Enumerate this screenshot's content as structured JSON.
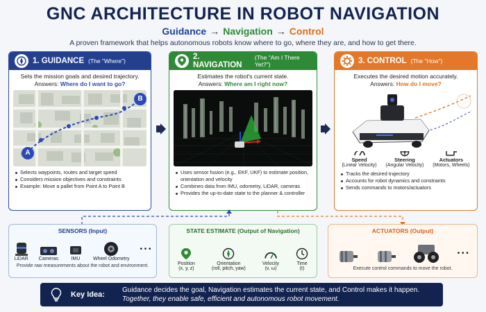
{
  "title": "GNC ARCHITECTURE IN ROBOT NAVIGATION",
  "flow": {
    "guidance": "Guidance",
    "navigation": "Navigation",
    "control": "Control",
    "arrow": "→"
  },
  "subtitle": "A proven framework that helps autonomous robots know where to go, where they are, and how to get there.",
  "guidance": {
    "heading": "1. GUIDANCE",
    "heading_sub": "(The \"Where\")",
    "desc": "Sets the mission goals and desired trajectory.",
    "answers_label": "Answers:",
    "answers_q": "Where do I want to go?",
    "point_a": "A",
    "point_b": "B",
    "bullets": [
      "Selects waypoints, routes and target speed",
      "Considers mission objectives and constraints",
      "Example: Move a pallet from Point A to Point B"
    ]
  },
  "navigation": {
    "heading": "2. NAVIGATION",
    "heading_sub": "(The \"Am I There Yet?\")",
    "desc": "Estimates the robot's current state.",
    "answers_label": "Answers:",
    "answers_q": "Where am I right now?",
    "bullets": [
      "Uses sensor fusion (e.g., EKF, UKF) to estimate position, orientation and velocity",
      "Combines data from IMU, odometry, LiDAR, cameras",
      "Provides the up-to-date state to the planner & controller"
    ]
  },
  "control": {
    "heading": "3. CONTROL",
    "heading_sub": "(The \"How\")",
    "desc": "Executes the desired motion accurately.",
    "answers_label": "Answers:",
    "answers_q": "How do I move?",
    "stats": [
      {
        "name": "Speed",
        "detail": "(Linear Velocity)",
        "icon": "speedometer-icon"
      },
      {
        "name": "Steering",
        "detail": "(Angular Velocity)",
        "icon": "steering-wheel-icon"
      },
      {
        "name": "Actuators",
        "detail": "(Motors, Wheels)",
        "icon": "motor-icon"
      }
    ],
    "bullets": [
      "Tracks the desired trajectory",
      "Accounts for robot dynamics and constraints",
      "Sends commands to motors/actuators"
    ]
  },
  "sensors": {
    "title": "SENSORS (Input)",
    "items": [
      "LiDAR",
      "Cameras",
      "IMU",
      "Wheel Odometry"
    ],
    "more": "• • •",
    "footer": "Provide raw measurements about the robot and environment."
  },
  "state": {
    "title": "STATE ESTIMATE (Output of Navigation)",
    "items": [
      {
        "name": "Position",
        "detail": "(x, y, z)"
      },
      {
        "name": "Orientation",
        "detail": "(roll, pitch, yaw)"
      },
      {
        "name": "Velocity",
        "detail": "(v, ω)"
      },
      {
        "name": "Time",
        "detail": "(t)"
      }
    ]
  },
  "actuators": {
    "title": "ACTUATORS (Output)",
    "more": "• • •",
    "footer": "Execute control commands to move the robot."
  },
  "key_idea": {
    "label": "Key Idea:",
    "line1": "Guidance decides the goal, Navigation estimates the current state, and Control makes it happen.",
    "line2": "Together, they enable safe, efficient and autonomous robot movement."
  },
  "colors": {
    "guidance": "#23408f",
    "navigation": "#2f8a37",
    "control": "#e3782a",
    "dark": "#13234f"
  }
}
